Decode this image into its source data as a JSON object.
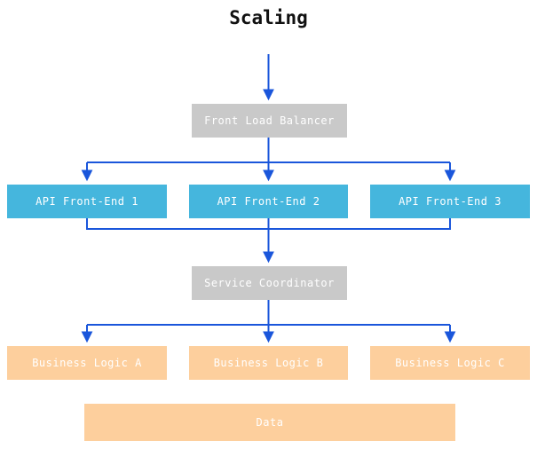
{
  "title": "Scaling",
  "colors": {
    "node_gray": "#c9c9c9",
    "node_blue": "#45b6dd",
    "node_orange": "#fdcf9d",
    "arrow_blue": "#1a56db",
    "node_text": "#ffffff",
    "title_text": "#111111"
  },
  "layers": {
    "load_balancer": {
      "label": "Front Load Balancer"
    },
    "api_frontends": [
      {
        "label": "API Front-End 1"
      },
      {
        "label": "API Front-End 2"
      },
      {
        "label": "API Front-End 3"
      }
    ],
    "coordinator": {
      "label": "Service Coordinator"
    },
    "business_logic": [
      {
        "label": "Business Logic A"
      },
      {
        "label": "Business Logic B"
      },
      {
        "label": "Business Logic C"
      }
    ],
    "data_store": {
      "label": "Data"
    }
  }
}
